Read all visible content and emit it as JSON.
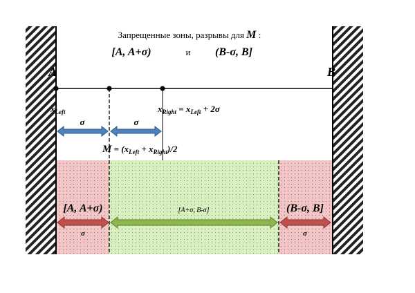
{
  "header": {
    "line1_prefix": "Запрещенные зоны, разрывы для",
    "line1_symbol": "M",
    "line1_suffix": ":",
    "interval_left": "[A, A+σ)",
    "conjunction": "и",
    "interval_right": "(B-σ,  B]"
  },
  "walls": {
    "left_label": "A",
    "right_label": "B"
  },
  "points": {
    "x_left": {
      "base": "x",
      "sub": "Left"
    },
    "x_right": {
      "base": "x",
      "sub": "Right",
      "eq": " = x",
      "eq_sub": "Left",
      "eq_tail": " + 2σ"
    },
    "midpoint": {
      "sym": "M",
      "text1": " = (x",
      "sub1": "Left",
      "text2": " + x",
      "sub2": "Right",
      "text3": ")/2"
    }
  },
  "sigma_arrows": {
    "first_label": "σ",
    "second_label": "σ"
  },
  "zones": {
    "left": {
      "interval": "[A, A+σ)",
      "sigma": "σ"
    },
    "middle": {
      "interval": "[A+σ, B-σ]"
    },
    "right": {
      "interval": "(B-σ,  B]",
      "sigma": "σ"
    }
  },
  "colors": {
    "forbidden_fill": "#f2c6c6",
    "allowed_fill": "#d8f0c0",
    "red_arrow": "#c0504d",
    "green_arrow": "#8db64e",
    "blue_arrow": "#4f81bd"
  }
}
